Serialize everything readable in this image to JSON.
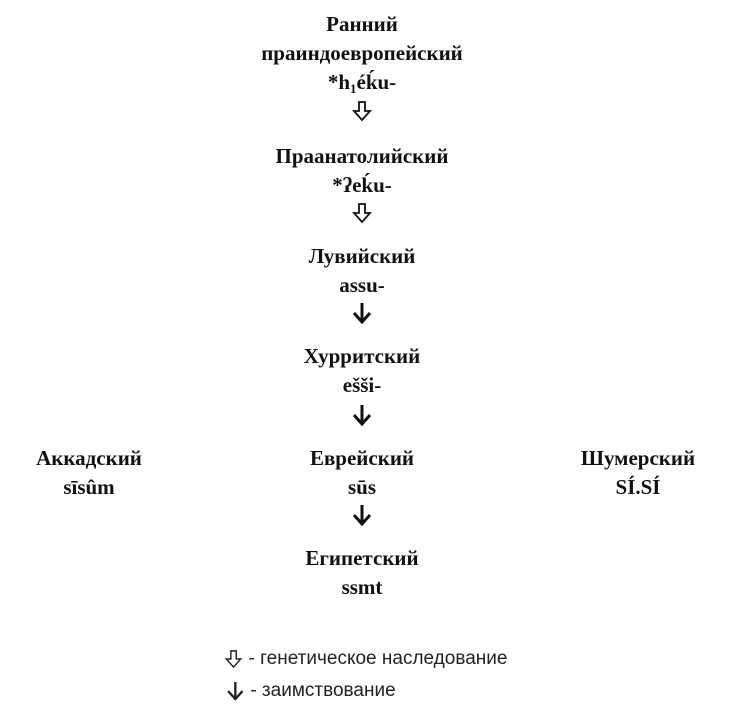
{
  "nodes": {
    "early_pie": {
      "line1": "Ранний",
      "line2": "праиндоевропейский",
      "form_prefix": "*h",
      "form_sub": "1",
      "form_rest": "éḱu-"
    },
    "proto_anatolian": {
      "line1": "Праанатолийский",
      "line2": "*ʔeḱu-"
    },
    "luwian": {
      "line1": "Лувийский",
      "line2": "assu-"
    },
    "hurrian": {
      "line1": "Хурритский",
      "line2": "eššі-"
    },
    "akkadian": {
      "line1": "Аккадский",
      "line2": "sīsûm"
    },
    "hebrew": {
      "line1": "Еврейский",
      "line2": "sūs"
    },
    "sumerian": {
      "line1": "Шумерский",
      "line2": "SÍ.SÍ"
    },
    "egyptian": {
      "line1": "Египетский",
      "line2": "ssmt"
    }
  },
  "arrows": [
    {
      "from": "early_pie",
      "to": "proto_anatolian",
      "type": "genetic",
      "icon": "hollow-down-arrow-icon"
    },
    {
      "from": "proto_anatolian",
      "to": "luwian",
      "type": "genetic",
      "icon": "hollow-down-arrow-icon"
    },
    {
      "from": "luwian",
      "to": "hurrian",
      "type": "borrowing",
      "icon": "solid-down-arrow-icon"
    },
    {
      "from": "hurrian",
      "to": "hebrew",
      "type": "borrowing",
      "icon": "solid-down-arrow-icon"
    },
    {
      "from": "hebrew",
      "to": "egyptian",
      "type": "borrowing",
      "icon": "solid-down-arrow-icon"
    }
  ],
  "legend": {
    "genetic_label": "- генетическое наследование",
    "borrowing_label": "- заимствование"
  }
}
